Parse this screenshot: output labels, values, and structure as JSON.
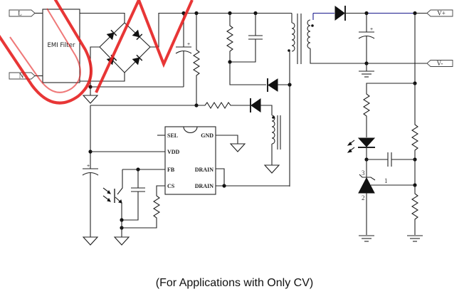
{
  "diagram": {
    "type": "circuit-schematic",
    "caption": "(For Applications with Only CV)",
    "ports": {
      "line_in": "L",
      "neutral_in": "N",
      "output_pos": "V+",
      "output_neg": "V-"
    },
    "emi_filter_label": "EMI  Filter",
    "ic": {
      "pins_left": [
        "SEL",
        "VDD",
        "FB",
        "CS"
      ],
      "pins_right": [
        "GND",
        "DRAIN",
        "DRAIN"
      ]
    },
    "shunt_regulator_pins": {
      "cathode": "3",
      "ref": "1",
      "anode": "2"
    },
    "polarity_mark": "+",
    "colors": {
      "wire": "#222222",
      "output_rail": "#1a1a8c",
      "watermark": "#e52020"
    },
    "watermark_text": "UN"
  }
}
